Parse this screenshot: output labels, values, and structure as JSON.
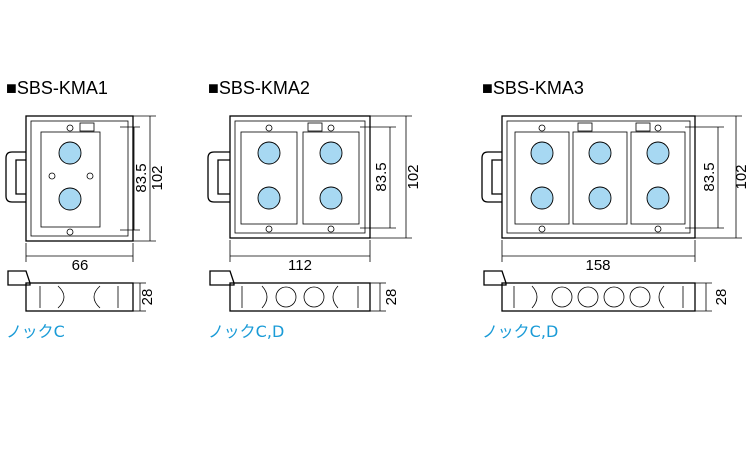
{
  "products": [
    {
      "id": "kma1",
      "title": "■SBS-KMA1",
      "gangs": 1,
      "width_label": "66",
      "height_label": "102",
      "inner_label": "83.5",
      "depth_label": "28",
      "knock_label": "ノックC"
    },
    {
      "id": "kma2",
      "title": "■SBS-KMA2",
      "gangs": 2,
      "width_label": "112",
      "height_label": "102",
      "inner_label": "83.5",
      "depth_label": "28",
      "knock_label": "ノックC,D"
    },
    {
      "id": "kma3",
      "title": "■SBS-KMA3",
      "gangs": 3,
      "width_label": "158",
      "height_label": "102",
      "inner_label": "83.5",
      "depth_label": "28",
      "knock_label": "ノックC,D"
    }
  ],
  "colors": {
    "knock_text": "#1a9bd7",
    "hole_fill": "#a7d8f2",
    "line": "#000000"
  }
}
